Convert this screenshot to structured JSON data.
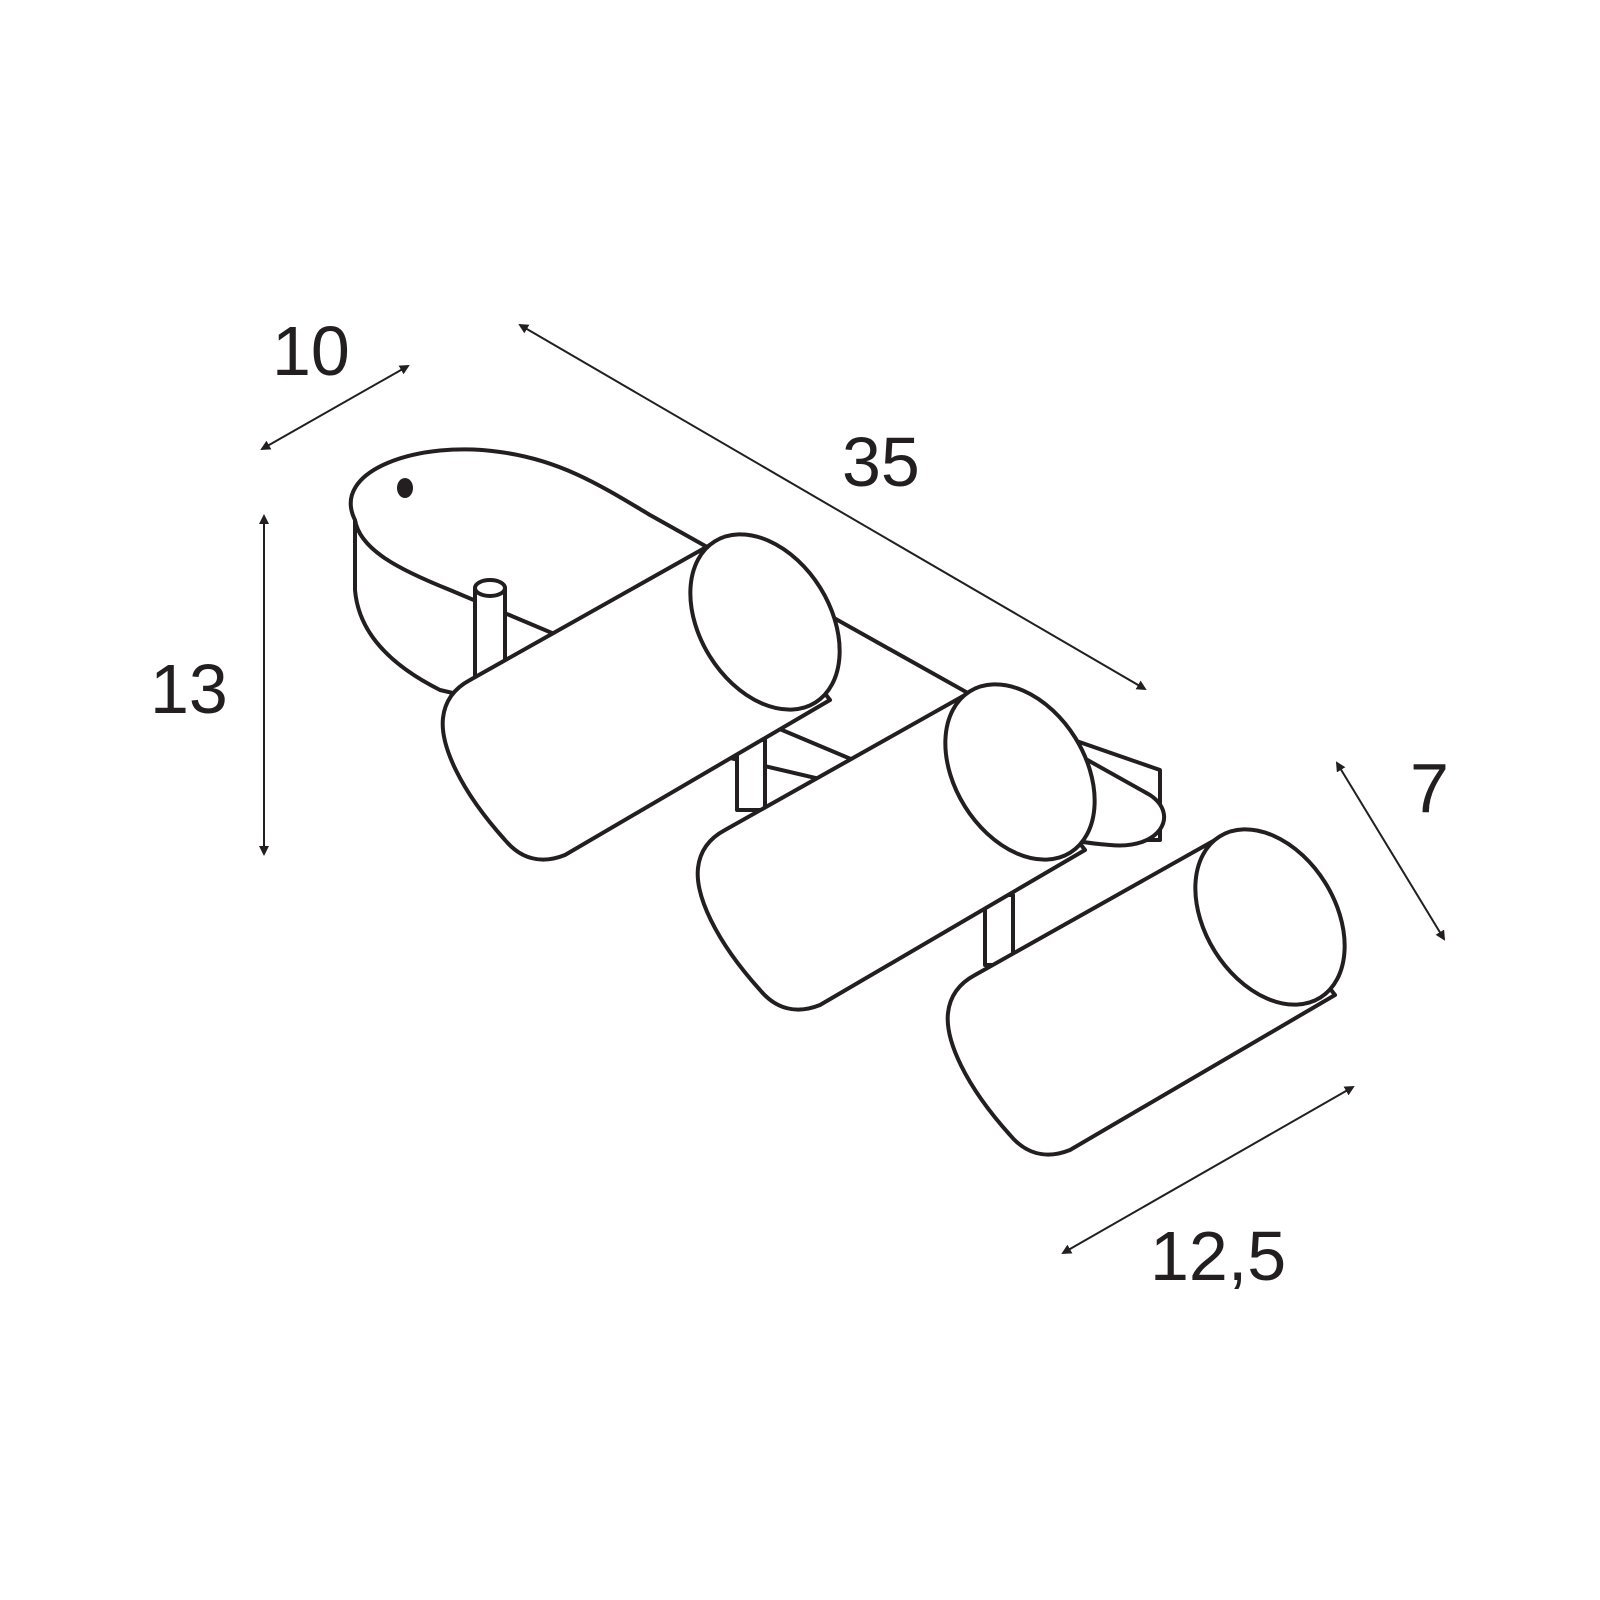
{
  "dimensions": {
    "depth": "10",
    "length": "35",
    "height": "13",
    "spot_diameter": "7",
    "spot_length": "12,5"
  },
  "colors": {
    "line": "#231f20",
    "background": "#ffffff"
  }
}
